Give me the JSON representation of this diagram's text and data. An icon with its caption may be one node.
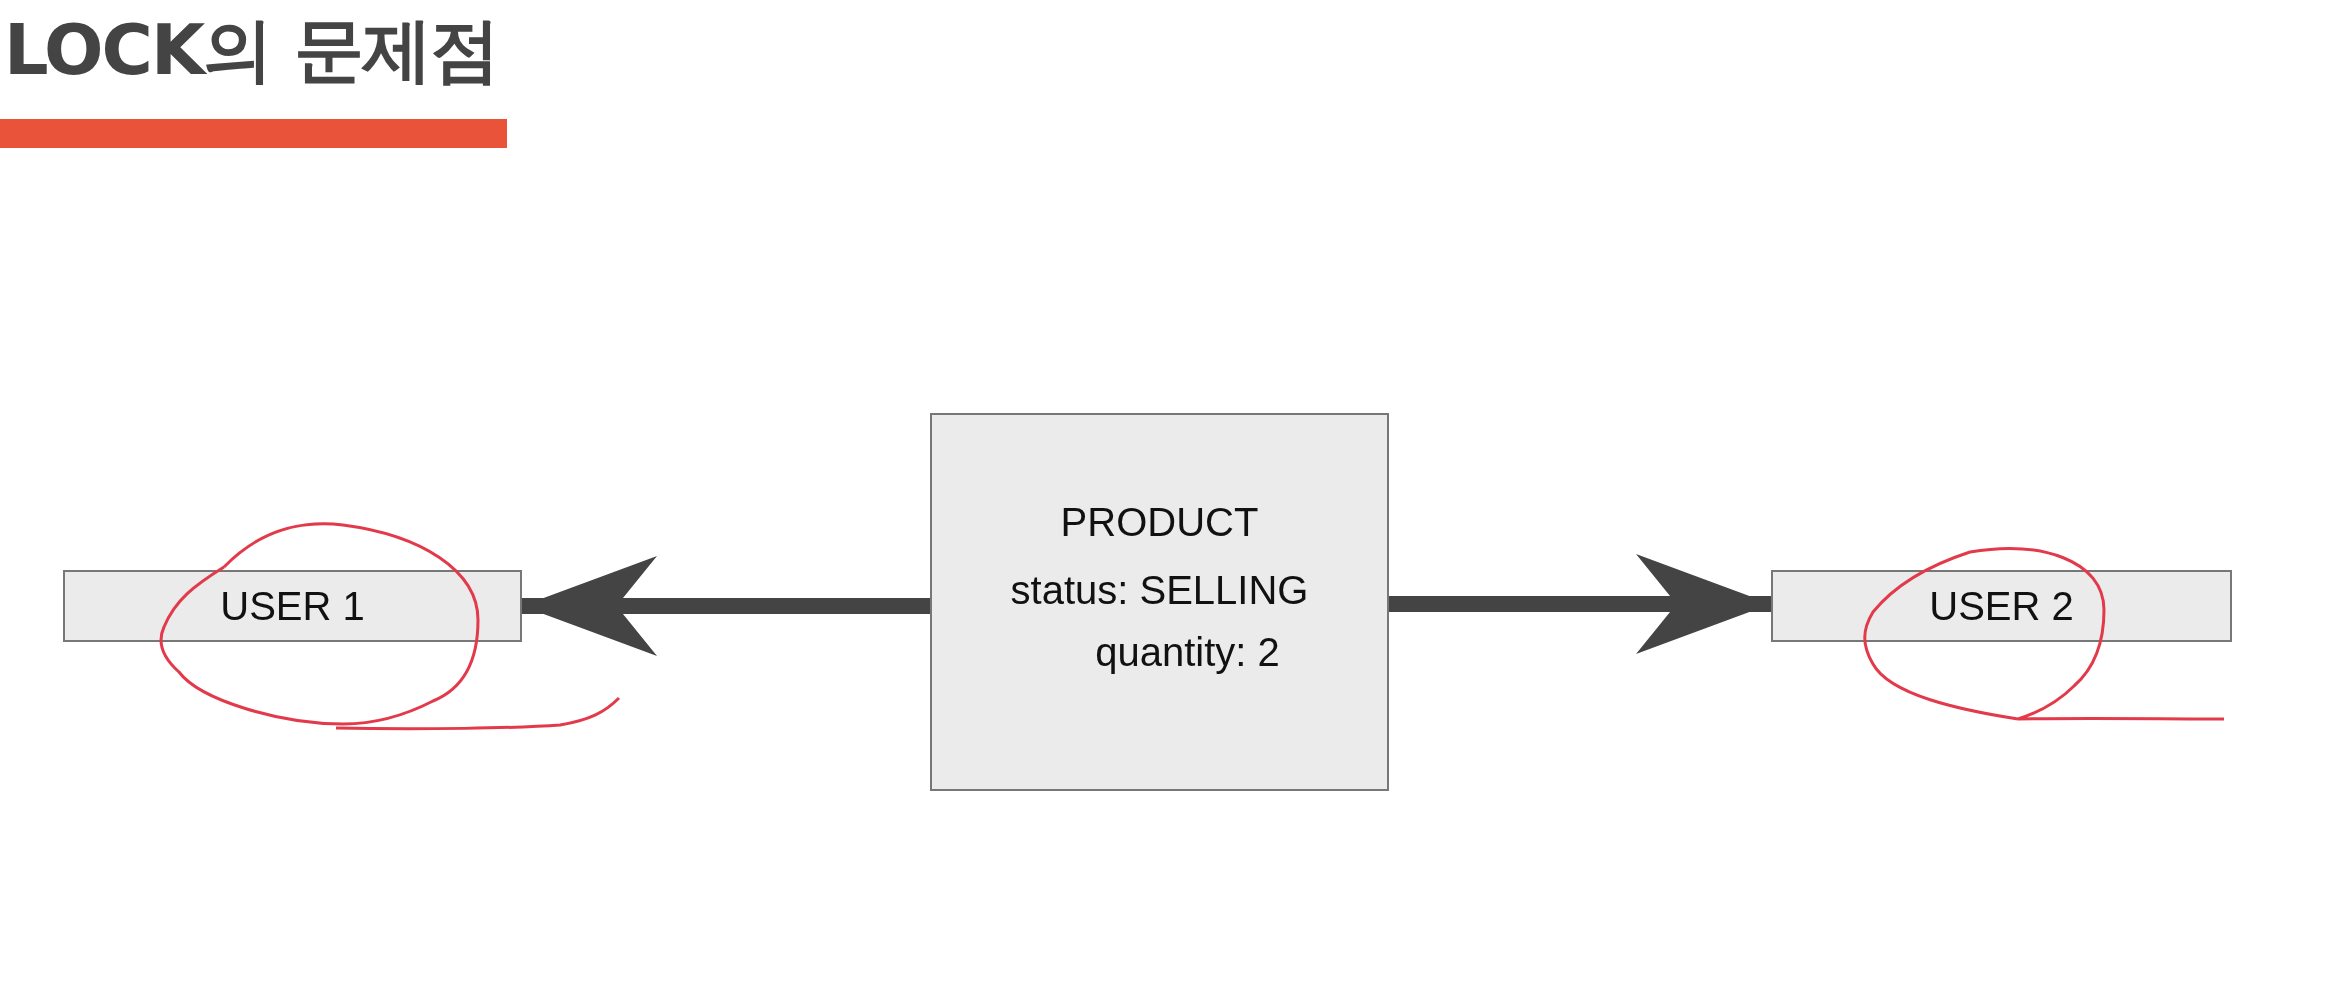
{
  "diagram": {
    "title": "LOCK의 문제점",
    "nodes": [
      {
        "text": [
          "USER 1"
        ]
      },
      {
        "text": [
          "PRODUCT",
          "status: SELLING",
          "quantity: 2"
        ]
      },
      {
        "text": [
          "USER 2"
        ]
      }
    ],
    "edges": [
      {
        "from": 1,
        "to": 0,
        "arrow": "to"
      },
      {
        "from": 1,
        "to": 2,
        "arrow": "to"
      }
    ]
  }
}
